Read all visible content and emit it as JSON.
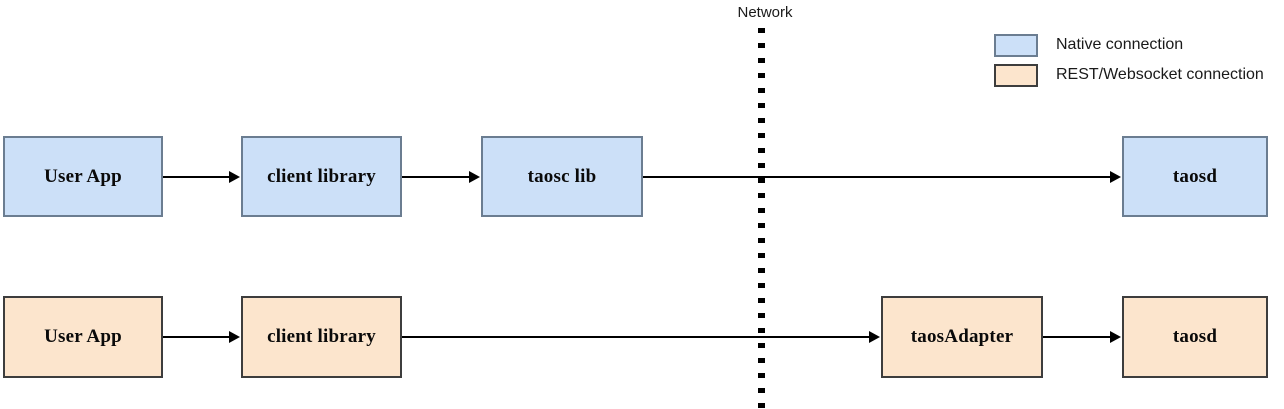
{
  "diagram": {
    "network_label": "Network",
    "colors": {
      "native_fill": "#cce0f8",
      "native_border": "#6b7d91",
      "rest_fill": "#fce5cd",
      "rest_border": "#3d3d3d",
      "edge": "#000000",
      "background": "#ffffff"
    },
    "legend": [
      {
        "label": "Native connection",
        "swatch": "native"
      },
      {
        "label": "REST/Websocket connection",
        "swatch": "rest"
      }
    ],
    "rows": [
      {
        "name": "native-connection-flow",
        "nodes": [
          {
            "label": "User App"
          },
          {
            "label": "client library"
          },
          {
            "label": "taosc lib"
          },
          {
            "label": "taosd"
          }
        ]
      },
      {
        "name": "rest-websocket-connection-flow",
        "nodes": [
          {
            "label": "User App"
          },
          {
            "label": "client library"
          },
          {
            "label": "taosAdapter"
          },
          {
            "label": "taosd"
          }
        ]
      }
    ]
  }
}
